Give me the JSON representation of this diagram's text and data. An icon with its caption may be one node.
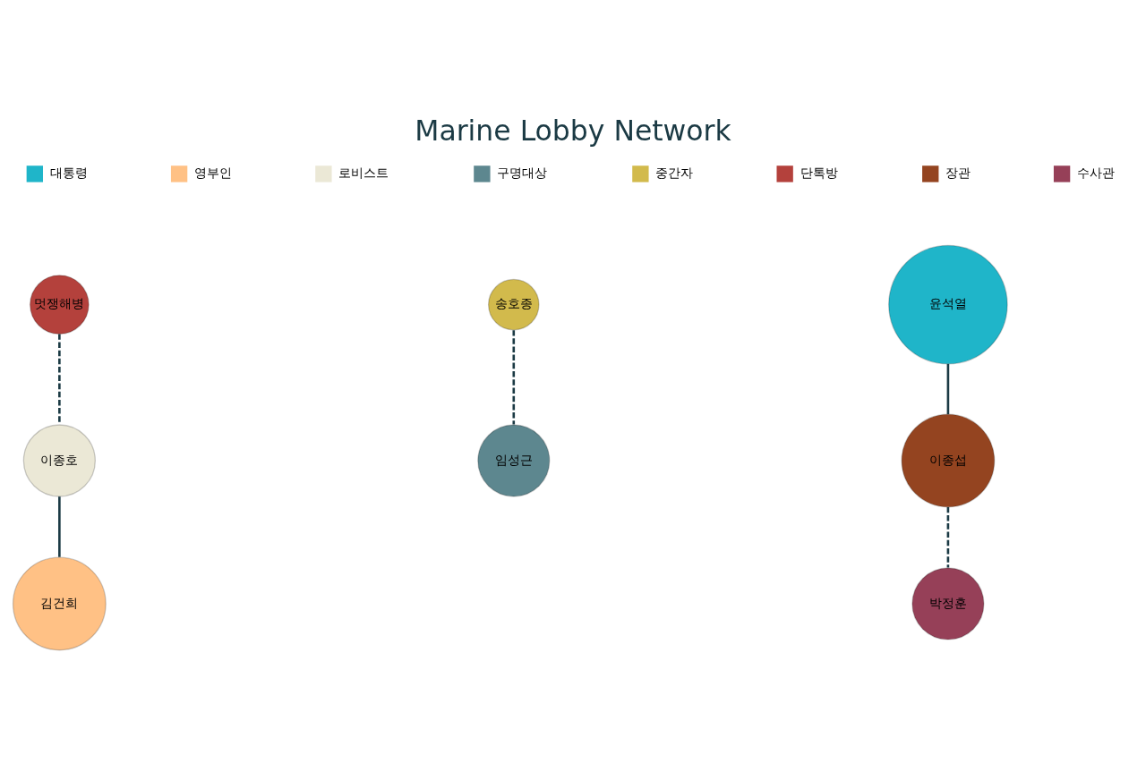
{
  "diagram": {
    "title": "Marine Lobby Network",
    "nodes": [
      {
        "text": [
          "이종호"
        ]
      },
      {
        "text": [
          "멋쟁해병"
        ]
      },
      {
        "text": [
          "김건희"
        ]
      },
      {
        "text": [
          "송호종"
        ]
      },
      {
        "text": [
          "윤석열"
        ]
      },
      {
        "text": [
          "임성근"
        ]
      },
      {
        "text": [
          "이종섭"
        ]
      },
      {
        "text": [
          "박정훈"
        ]
      }
    ],
    "edges": [
      {
        "from": 1,
        "to": 0,
        "arrow": "none",
        "style": "dashed"
      },
      {
        "from": 0,
        "to": 2,
        "arrow": "none"
      },
      {
        "from": 3,
        "to": 5,
        "arrow": "none",
        "style": "dashed"
      },
      {
        "from": 4,
        "to": 6,
        "arrow": "none"
      },
      {
        "from": 6,
        "to": 7,
        "arrow": "none",
        "style": "dashed"
      }
    ],
    "legend": [
      {
        "text": "대통령",
        "color": "#1fb5c9"
      },
      {
        "text": "영부인",
        "color": "#ffc185"
      },
      {
        "text": "로비스트",
        "color": "#ebe8d6"
      },
      {
        "text": "구명대상",
        "color": "#5d878f"
      },
      {
        "text": "중간자",
        "color": "#d2ba4c"
      },
      {
        "text": "단톡방",
        "color": "#b4413c"
      },
      {
        "text": "장관",
        "color": "#944420"
      },
      {
        "text": "수사관",
        "color": "#964058"
      }
    ]
  }
}
